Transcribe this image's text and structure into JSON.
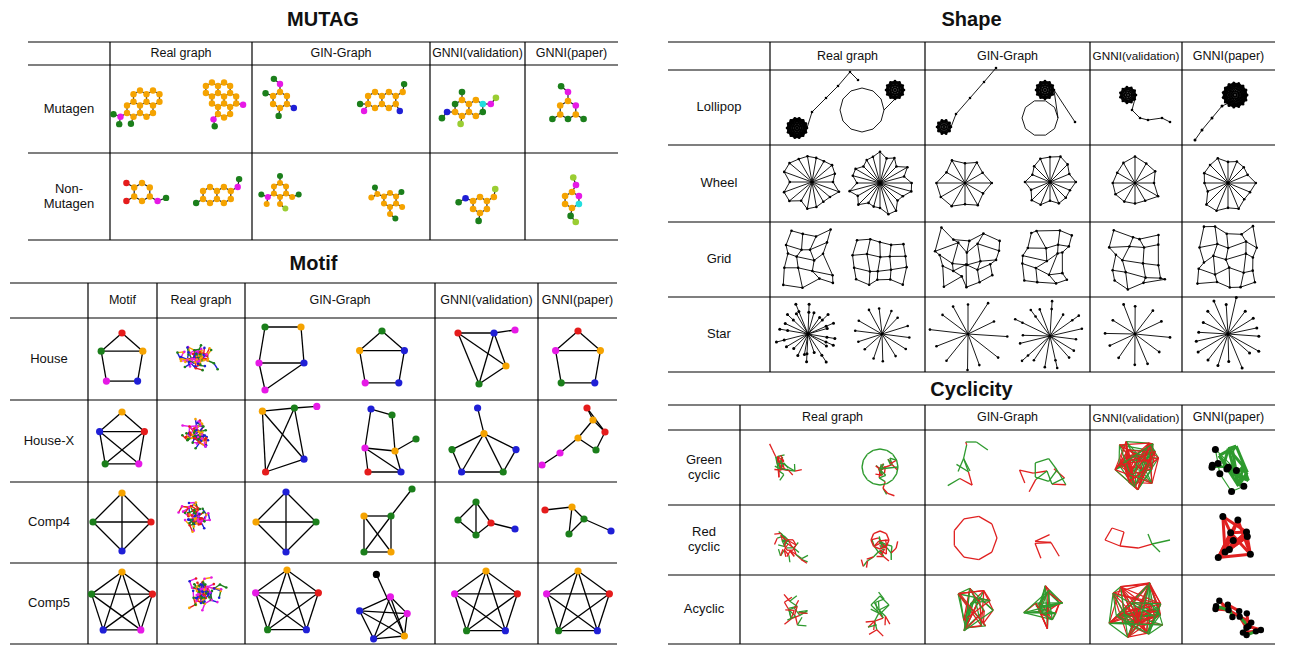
{
  "diagram": {
    "labels": [
      "MUTAG",
      "Real graph",
      "GIN-Graph",
      "GNNI(validation)",
      "GNNI(paper)",
      "Mutagen",
      "Non-Mutagen",
      "Motif",
      "Motif",
      "Real graph",
      "GIN-Graph",
      "GNNI(validation)",
      "GNNI(paper)",
      "House",
      "House-X",
      "Comp4",
      "Comp5",
      "Shape",
      "Real graph",
      "GIN-Graph",
      "GNNI(validation)",
      "GNNI(paper)",
      "Lollipop",
      "Wheel",
      "Grid",
      "Star",
      "Cyclicity",
      "Real graph",
      "GIN-Graph",
      "GNNI(validation)",
      "GNNI(paper)",
      "Green cyclic",
      "Red cyclic",
      "Acyclic"
    ]
  }
}
